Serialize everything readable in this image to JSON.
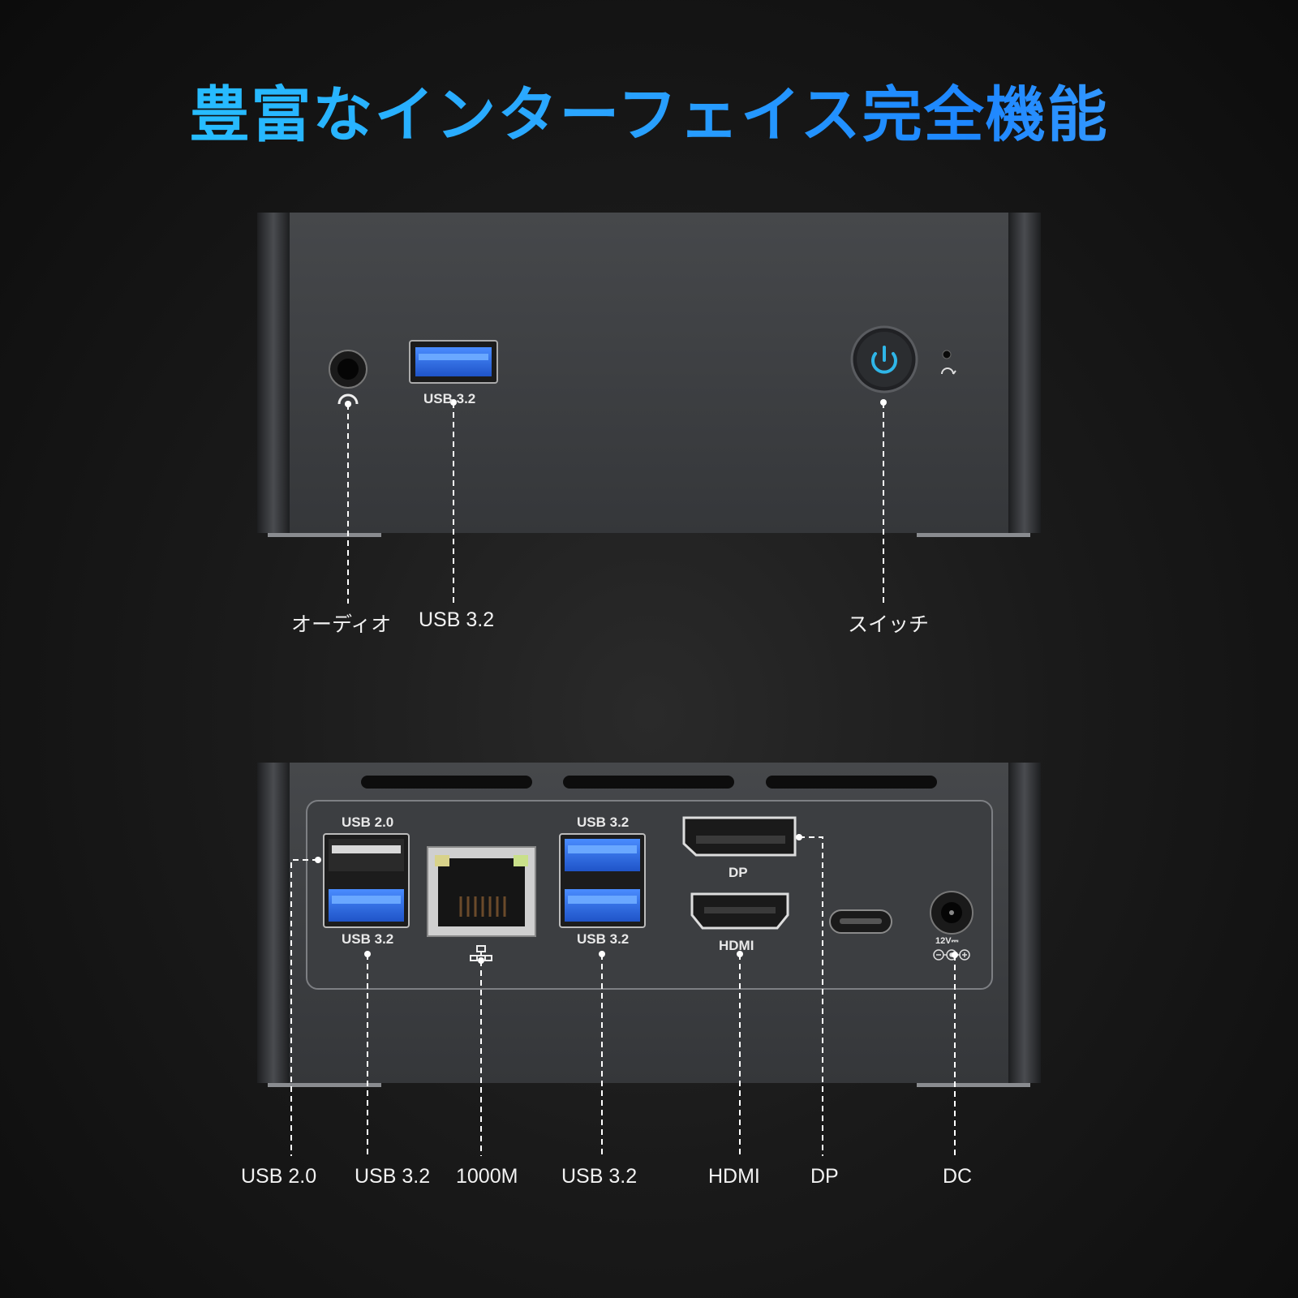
{
  "title": "豊富なインターフェイス完全機能",
  "front": {
    "port_usb_text": "USB 3.2",
    "callouts": {
      "audio": "オーディオ",
      "usb": "USB 3.2",
      "switch": "スイッチ"
    }
  },
  "back": {
    "port_labels": {
      "usb20_top": "USB 2.0",
      "usb32_left_bottom": "USB 3.2",
      "usb32_right_top": "USB 3.2",
      "usb32_right_bottom": "USB 3.2",
      "dp": "DP",
      "hdmi": "HDMI",
      "dc_rating": "12V⎓"
    },
    "callouts": {
      "usb20": "USB 2.0",
      "usb32_a": "USB 3.2",
      "lan": "1000M",
      "usb32_b": "USB 3.2",
      "hdmi": "HDMI",
      "dp": "DP",
      "dc": "DC"
    }
  },
  "colors": {
    "accent_blue": "#2aa5ff",
    "usb3_blue": "#2f6fe0",
    "chassis": "#3b3d40"
  }
}
